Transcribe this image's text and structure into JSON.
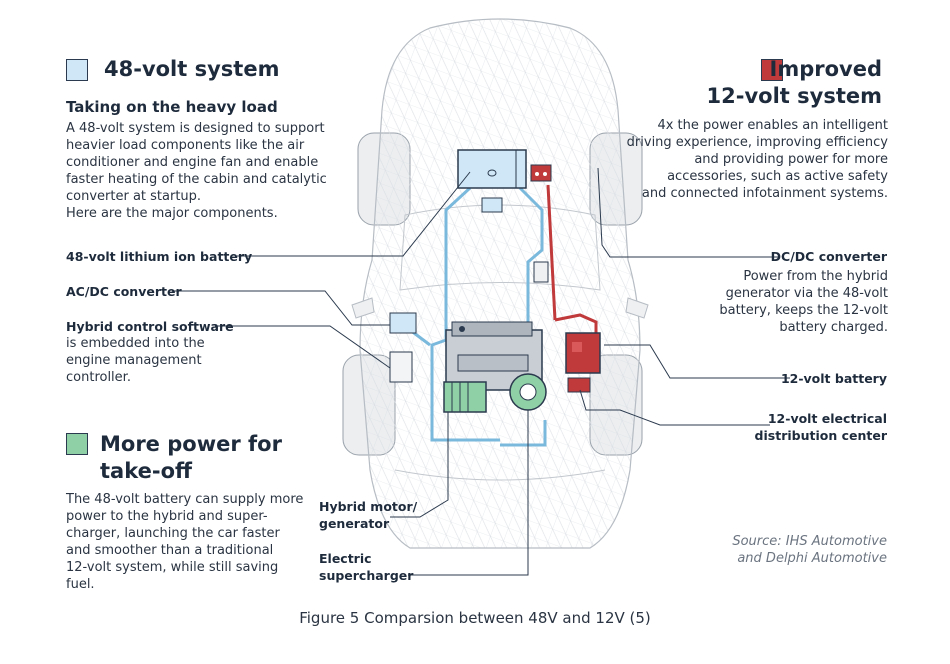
{
  "colors": {
    "blue_48v": "#cfe7f7",
    "red_12v": "#c0393b",
    "green_more_power": "#8fd0a6",
    "line_dark": "#2b3a4e",
    "wire_blue": "#7ab8dc",
    "wire_red": "#c0393b"
  },
  "left": {
    "system48": {
      "title": "48-volt system",
      "subtitle": "Taking on the heavy load",
      "body": [
        "A 48-volt system is designed to support",
        "heavier load components like the air",
        "conditioner and engine fan and enable",
        "faster heating of the cabin and catalytic",
        "converter at startup.",
        "Here are the major components."
      ]
    },
    "labels": {
      "battery48": "48-volt lithium ion battery",
      "acdc": "AC/DC converter",
      "hybrid_sw_title": "Hybrid control software",
      "hybrid_sw_body": [
        "is embedded into the",
        "engine management",
        "controller."
      ]
    },
    "more_power": {
      "title_line1": "More power for",
      "title_line2": "take-off",
      "body": [
        "The 48-volt battery can supply more",
        "power to the hybrid and super-",
        "charger, launching the car faster",
        "and smoother than a traditional",
        "12-volt system, while still saving",
        "fuel."
      ]
    }
  },
  "right": {
    "system12": {
      "title_line1": "Improved",
      "title_line2": "12-volt system",
      "body": [
        "4x the power enables an intelligent",
        "driving experience, improving efficiency",
        "and providing power for more",
        "accessories, such as active safety",
        "and connected infotainment systems."
      ]
    },
    "dcdc": {
      "title": "DC/DC converter",
      "body": [
        "Power from the hybrid",
        "generator via the 48-volt",
        "battery, keeps the 12-volt",
        "battery charged."
      ]
    },
    "battery12": "12-volt battery",
    "distribution": [
      "12-volt electrical",
      "distribution center"
    ],
    "source": [
      "Source: IHS Automotive",
      "and Delphi Automotive"
    ]
  },
  "center": {
    "motor": [
      "Hybrid motor/",
      "generator"
    ],
    "supercharger": [
      "Electric",
      "supercharger"
    ]
  },
  "caption": "Figure 5 Comparsion between 48V and 12V (5)"
}
